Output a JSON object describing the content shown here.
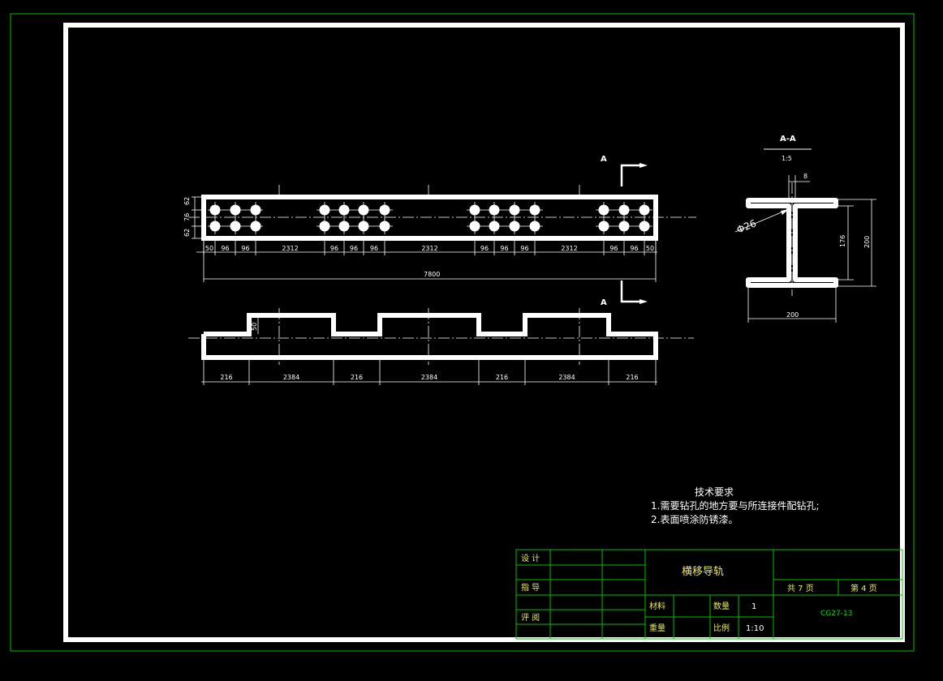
{
  "colors": {
    "background": "#000000",
    "lines": "#ffffff",
    "table_lines": "#00c000",
    "table_text": "#00e000",
    "title_text": "#e8e860"
  },
  "section": {
    "mark": "A-A",
    "scale": "1:5",
    "label_a_top": "A",
    "label_a_bottom": "A",
    "dim_web": "8",
    "dim_hole": "Φ26",
    "dim_inner_height": "176",
    "dim_height": "200",
    "dim_width": "200"
  },
  "top_view": {
    "dims_left": [
      "62",
      "76",
      "62"
    ],
    "dims_bottom": [
      "50",
      "96",
      "96",
      "2312",
      "96",
      "96",
      "96",
      "2312",
      "96",
      "96",
      "96",
      "2312",
      "96",
      "96",
      "50"
    ],
    "dim_total": "7800"
  },
  "front_view": {
    "dim_step": "50",
    "dims_bottom": [
      "216",
      "2384",
      "216",
      "2384",
      "216",
      "2384",
      "216"
    ]
  },
  "notes": {
    "title": "技术要求",
    "line1": "1.需要钻孔的地方要与所连接件配钻孔;",
    "line2": "2.表面喷涂防锈漆。"
  },
  "title_block": {
    "design": "设 计",
    "guide": "指 导",
    "review": "评 阅",
    "part_name": "横移导轨",
    "total_sheets": "共  7 页",
    "sheet_no": "第 4  页",
    "material_label": "材料",
    "quantity_label": "数量",
    "quantity_value": "1",
    "weight_label": "重量",
    "scale_label": "比例",
    "scale_value": "1:10",
    "drawing_no": "CG27-13"
  }
}
